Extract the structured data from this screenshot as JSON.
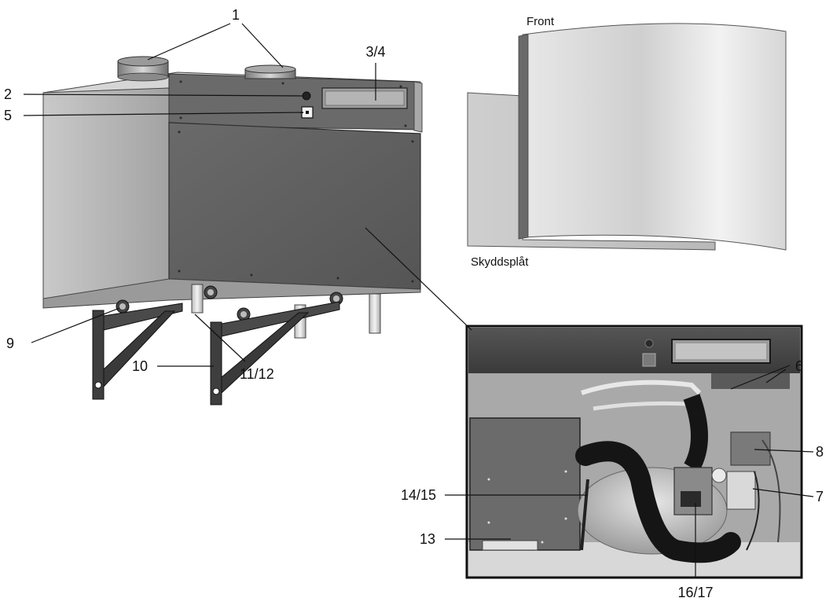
{
  "labels": {
    "l1": "1",
    "l2": "2",
    "l34": "3/4",
    "l5": "5",
    "l6": "6",
    "l7": "7",
    "l8": "8",
    "l9": "9",
    "l10": "10",
    "l1112": "11/12",
    "l13": "13",
    "l1415": "14/15",
    "l1617": "16/17"
  },
  "captions": {
    "front": "Front",
    "skyddsplat": "Skyddsplåt"
  },
  "colors": {
    "housing_light": "#b9b9b9",
    "housing_dark": "#6e6e6e",
    "panel_front": "#5c5c5c",
    "bracket": "#3e3e3e",
    "photo_frame": "#111111",
    "insulated_pipe": "#151515"
  }
}
